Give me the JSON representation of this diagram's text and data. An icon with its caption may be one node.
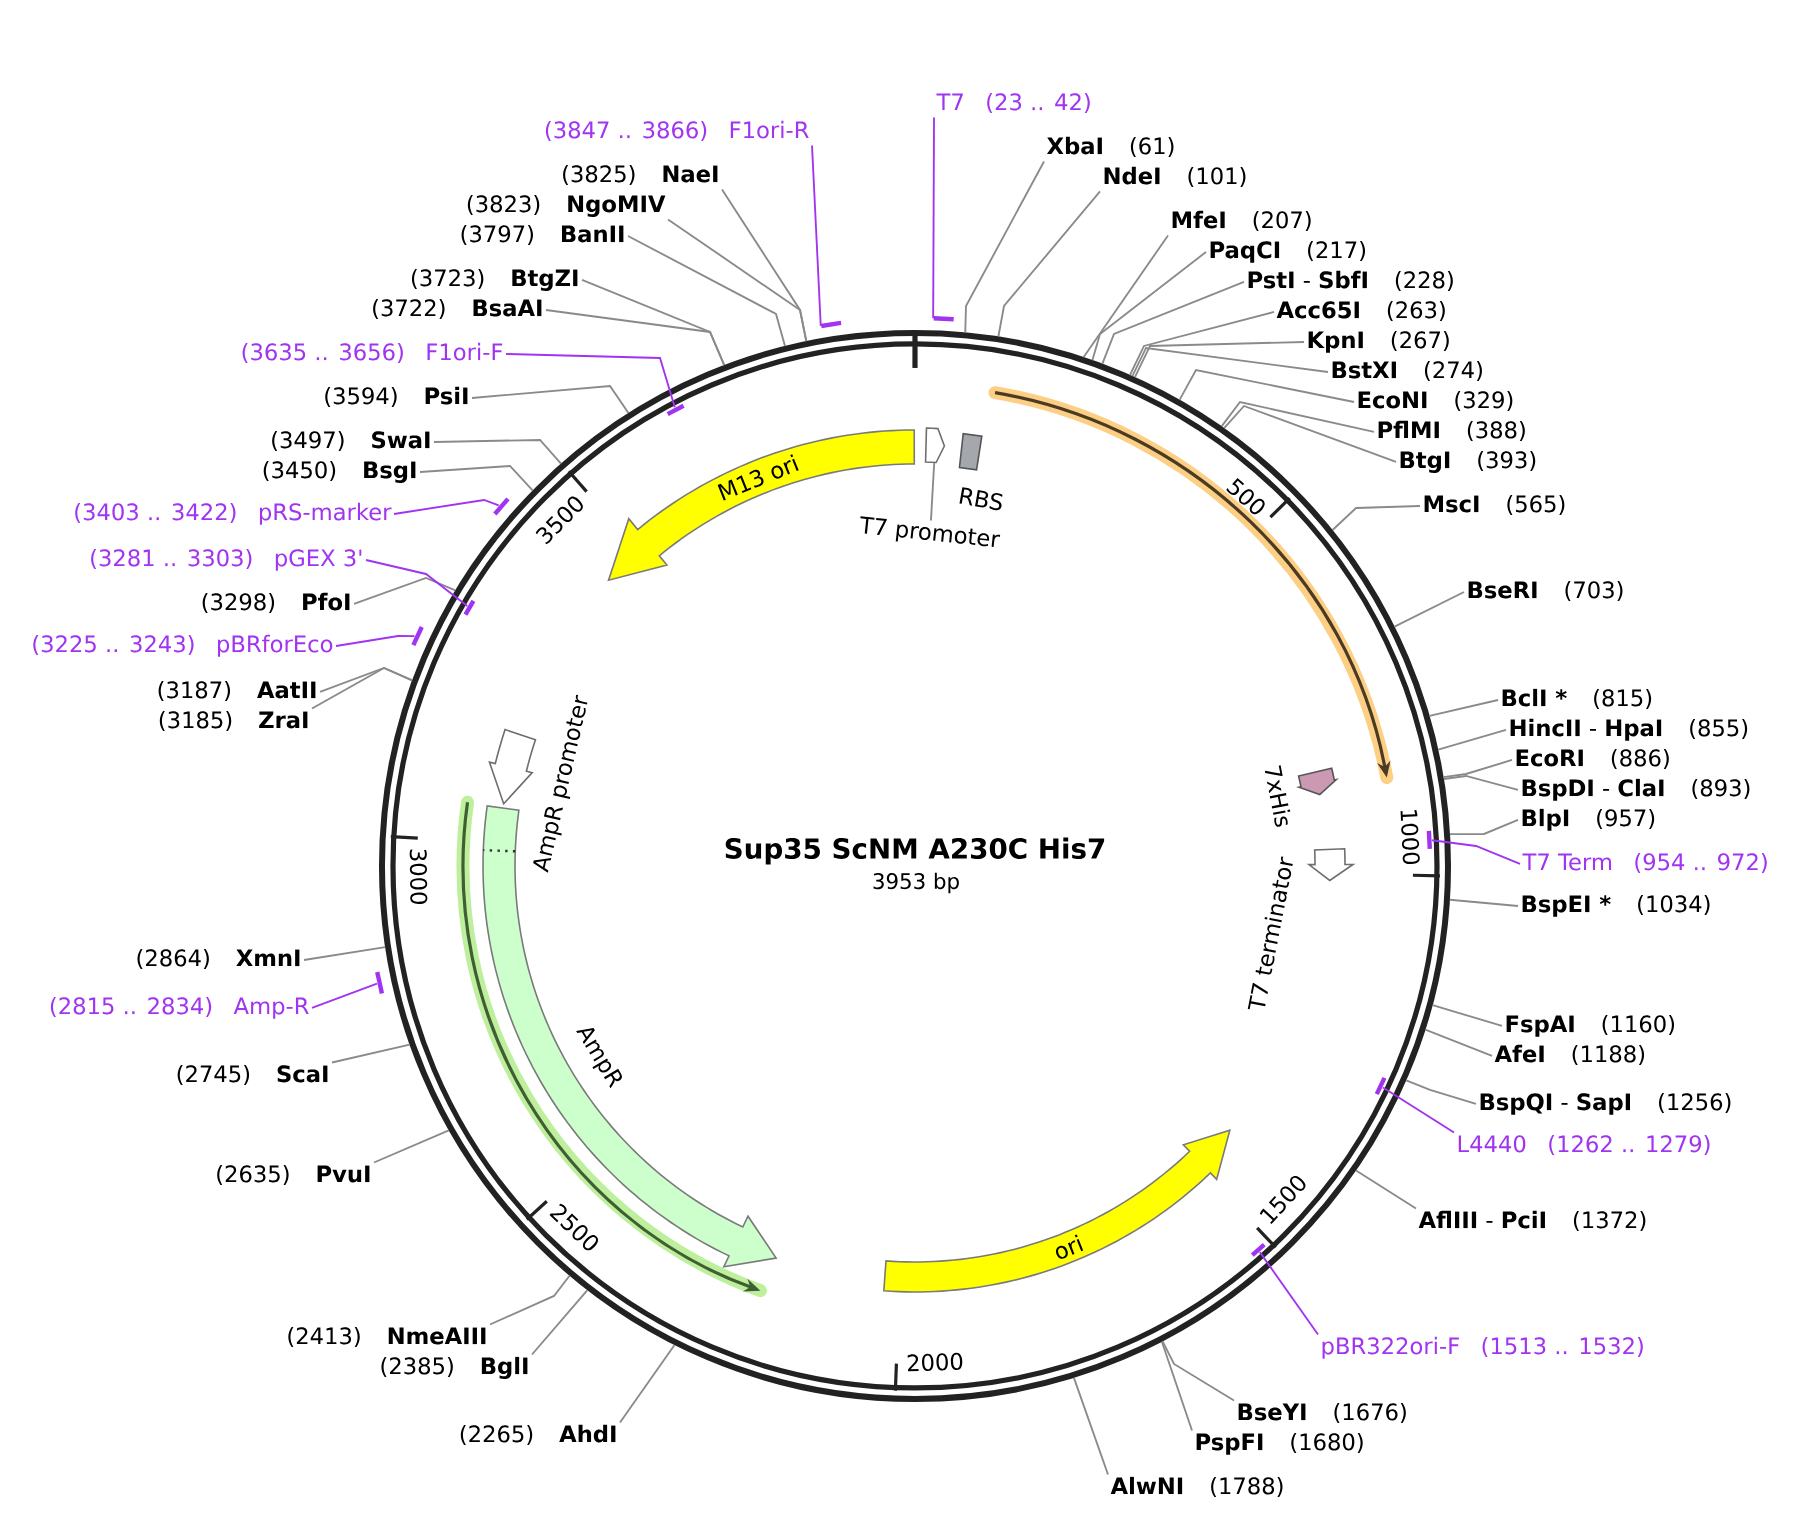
{
  "diagram": {
    "title": "Sup35 ScNM A230C His7",
    "nodes": [
      {
        "text": [],
        "shape": "circle"
      },
      {
        "text": [],
        "shape": "arrow",
        "in": 0
      },
      {
        "text": [
          "M13 ori"
        ],
        "in": 0
      },
      {
        "text": [
          "T7 promoter"
        ],
        "in": 0
      },
      {
        "text": [
          "RBS"
        ],
        "in": 0
      },
      {
        "text": [
          "7xHis"
        ],
        "in": 0
      },
      {
        "text": [
          "T7 terminator"
        ],
        "in": 0
      },
      {
        "text": [
          "ori"
        ],
        "in": 0
      },
      {
        "text": [
          "AmpR"
        ],
        "in": 0
      },
      {
        "text": [
          "AmpR promoter"
        ],
        "in": 0
      },
      {
        "text": [],
        "shape": "bar"
      },
      {
        "text": [],
        "shape": "bar"
      },
      {
        "text": [],
        "shape": "bar",
        "in": 0
      },
      {
        "text": [],
        "shape": "bar"
      },
      {
        "text": [],
        "shape": "bar",
        "in": 0
      },
      {
        "text": [],
        "shape": "bar"
      },
      {
        "text": [],
        "shape": "bar",
        "in": 0
      },
      {
        "text": [],
        "shape": "bar"
      },
      {
        "text": [],
        "shape": "bar",
        "in": 0
      },
      {
        "text": [],
        "shape": "bar",
        "in": 0
      },
      {
        "text": [
          "T7",
          "(23 .. 42)"
        ]
      },
      {
        "text": [
          "XbaI",
          "(61)"
        ]
      },
      {
        "text": [
          "NdeI",
          "(101)"
        ]
      },
      {
        "text": [
          "MfeI",
          "(207)"
        ]
      },
      {
        "text": [
          "PaqCI",
          "(217)"
        ]
      },
      {
        "text": [
          "**PstI** - **SbfI**",
          "(228)"
        ]
      },
      {
        "text": [
          "Acc65I",
          "(263)"
        ]
      },
      {
        "text": [
          "KpnI",
          "(267)"
        ]
      },
      {
        "text": [
          "BstXI",
          "(274)"
        ]
      },
      {
        "text": [
          "EcoNI",
          "(329)"
        ]
      },
      {
        "text": [
          "PflMI",
          "(388)"
        ]
      },
      {
        "text": [
          "BtgI",
          "(393)"
        ]
      },
      {
        "text": [
          "MscI",
          "(565)"
        ]
      },
      {
        "text": [
          "BseRI",
          "(703)"
        ]
      },
      {
        "text": [
          "BclI *",
          "(815)"
        ]
      },
      {
        "text": [
          "**HincII** - **HpaI**",
          "(855)"
        ]
      },
      {
        "text": [
          "EcoRI",
          "(886)"
        ]
      },
      {
        "text": [
          "**BspDI** - **ClaI**",
          "(893)"
        ]
      },
      {
        "text": [
          "BlpI",
          "(957)"
        ]
      },
      {
        "text": [
          "T7 Term",
          "(954 .. 972)"
        ]
      },
      {
        "text": [
          "BspEI *",
          "(1034)"
        ]
      },
      {
        "text": [
          "FspAI",
          "(1160)"
        ]
      },
      {
        "text": [
          "AfeI",
          "(1188)"
        ]
      },
      {
        "text": [
          "**BspQI** - **SapI**",
          "(1256)"
        ]
      },
      {
        "text": [
          "L4440",
          "(1262 .. 1279)"
        ]
      },
      {
        "text": [
          "**AflIII** - **PciI**",
          "(1372)"
        ]
      },
      {
        "text": [
          "pBR322ori-F",
          "(1513 .. 1532)"
        ]
      },
      {
        "text": [
          "BseYI",
          "(1676)"
        ]
      },
      {
        "text": [
          "PspFI",
          "(1680)"
        ]
      },
      {
        "text": [
          "AlwNI",
          "(1788)"
        ]
      },
      {
        "text": [
          "(2265)",
          "AhdI"
        ]
      },
      {
        "text": [
          "(2385)",
          "BglI"
        ]
      },
      {
        "text": [
          "(2413)",
          "NmeAIII"
        ]
      },
      {
        "text": [
          "(2635)",
          "PvuI"
        ]
      },
      {
        "text": [
          "(2745)",
          "ScaI"
        ]
      },
      {
        "text": [
          "(2815 .. 2834)",
          "Amp-R"
        ]
      },
      {
        "text": [
          "(2864)",
          "XmnI"
        ]
      },
      {
        "text": [
          "(3185)",
          "ZraI"
        ]
      },
      {
        "text": [
          "(3187)",
          "AatII"
        ]
      },
      {
        "text": [
          "(3225 .. 3243)",
          "pBRforEco"
        ]
      },
      {
        "text": [
          "(3298)",
          "PfoI"
        ]
      },
      {
        "text": [
          "(3281 .. 3303)",
          "pGEX 3'"
        ]
      },
      {
        "text": [
          "(3403 .. 3422)",
          "pRS-marker"
        ]
      },
      {
        "text": [
          "(3450)",
          "BsgI"
        ]
      },
      {
        "text": [
          "(3497)",
          "SwaI"
        ]
      },
      {
        "text": [
          "(3594)",
          "PsiI"
        ]
      },
      {
        "text": [
          "(3635 .. 3656)",
          "F1ori-F"
        ]
      },
      {
        "text": [
          "(3722)",
          "BsaAI"
        ]
      },
      {
        "text": [
          "(3723)",
          "BtgZI"
        ]
      },
      {
        "text": [
          "(3797)",
          "BanII"
        ]
      },
      {
        "text": [
          "(3823)",
          "NgoMIV"
        ]
      },
      {
        "text": [
          "(3825)",
          "NaeI"
        ]
      },
      {
        "text": [
          "(3847 .. 3866)",
          "F1ori-R"
        ]
      }
    ],
    "edges": [
      {
        "from": 3,
        "to": 1,
        "arrow": "none"
      },
      {
        "from": 20,
        "to": 10,
        "arrow": "none",
        "color": "#a034f0"
      },
      {
        "from": 21,
        "to": 0,
        "arrow": "none"
      },
      {
        "from": 22,
        "to": 0,
        "arrow": "none"
      },
      {
        "from": 23,
        "to": 0,
        "arrow": "none"
      },
      {
        "from": 24,
        "to": 0,
        "arrow": "none"
      },
      {
        "from": 25,
        "to": 0,
        "arrow": "none"
      },
      {
        "from": 26,
        "to": 0,
        "arrow": "none"
      },
      {
        "from": 27,
        "to": 0,
        "arrow": "none"
      },
      {
        "from": 28,
        "to": 0,
        "arrow": "none"
      },
      {
        "from": 29,
        "to": 0,
        "arrow": "none"
      },
      {
        "from": 30,
        "to": 0,
        "arrow": "none"
      },
      {
        "from": 31,
        "to": 0,
        "arrow": "none"
      },
      {
        "from": 32,
        "to": 0,
        "arrow": "none"
      },
      {
        "from": 33,
        "to": 0,
        "arrow": "none"
      },
      {
        "from": 34,
        "to": 0,
        "arrow": "none"
      },
      {
        "from": 35,
        "to": 0,
        "arrow": "none"
      },
      {
        "from": 36,
        "to": 0,
        "arrow": "none"
      },
      {
        "from": 37,
        "to": 0,
        "arrow": "none"
      },
      {
        "from": 38,
        "to": 0,
        "arrow": "none"
      },
      {
        "from": 39,
        "to": 16,
        "arrow": "none",
        "color": "#a034f0"
      },
      {
        "from": 40,
        "to": 0,
        "arrow": "none"
      },
      {
        "from": 41,
        "to": 0,
        "arrow": "none"
      },
      {
        "from": 42,
        "to": 0,
        "arrow": "none"
      },
      {
        "from": 43,
        "to": 0,
        "arrow": "none"
      },
      {
        "from": 44,
        "to": 18,
        "arrow": "none",
        "color": "#a034f0"
      },
      {
        "from": 45,
        "to": 0,
        "arrow": "none"
      },
      {
        "from": 46,
        "to": 19,
        "arrow": "none",
        "color": "#a034f0"
      },
      {
        "from": 47,
        "to": 0,
        "arrow": "none"
      },
      {
        "from": 48,
        "to": 0,
        "arrow": "none"
      },
      {
        "from": 49,
        "to": 0,
        "arrow": "none"
      },
      {
        "from": 50,
        "to": 0,
        "arrow": "none"
      },
      {
        "from": 51,
        "to": 0,
        "arrow": "none"
      },
      {
        "from": 52,
        "to": 0,
        "arrow": "none"
      },
      {
        "from": 53,
        "to": 0,
        "arrow": "none"
      },
      {
        "from": 54,
        "to": 0,
        "arrow": "none"
      },
      {
        "from": 55,
        "to": 17,
        "arrow": "none",
        "color": "#a034f0"
      },
      {
        "from": 56,
        "to": 0,
        "arrow": "none"
      },
      {
        "from": 57,
        "to": 0,
        "arrow": "none"
      },
      {
        "from": 58,
        "to": 0,
        "arrow": "none"
      },
      {
        "from": 59,
        "to": 15,
        "arrow": "none",
        "color": "#a034f0"
      },
      {
        "from": 60,
        "to": 0,
        "arrow": "none"
      },
      {
        "from": 61,
        "to": 14,
        "arrow": "none",
        "color": "#a034f0"
      },
      {
        "from": 62,
        "to": 13,
        "arrow": "none",
        "color": "#a034f0"
      },
      {
        "from": 63,
        "to": 0,
        "arrow": "none"
      },
      {
        "from": 64,
        "to": 0,
        "arrow": "none"
      },
      {
        "from": 65,
        "to": 0,
        "arrow": "none"
      },
      {
        "from": 66,
        "to": 12,
        "arrow": "none",
        "color": "#a034f0"
      },
      {
        "from": 67,
        "to": 0,
        "arrow": "none"
      },
      {
        "from": 68,
        "to": 0,
        "arrow": "none"
      },
      {
        "from": 69,
        "to": 0,
        "arrow": "none"
      },
      {
        "from": 70,
        "to": 0,
        "arrow": "none"
      },
      {
        "from": 71,
        "to": 0,
        "arrow": "none"
      },
      {
        "from": 72,
        "to": 11,
        "arrow": "none",
        "color": "#a034f0"
      }
    ],
    "labels": [
      "3953 bp",
      "500",
      "1000",
      "1500",
      "2000",
      "2500",
      "3000",
      "3500"
    ]
  }
}
